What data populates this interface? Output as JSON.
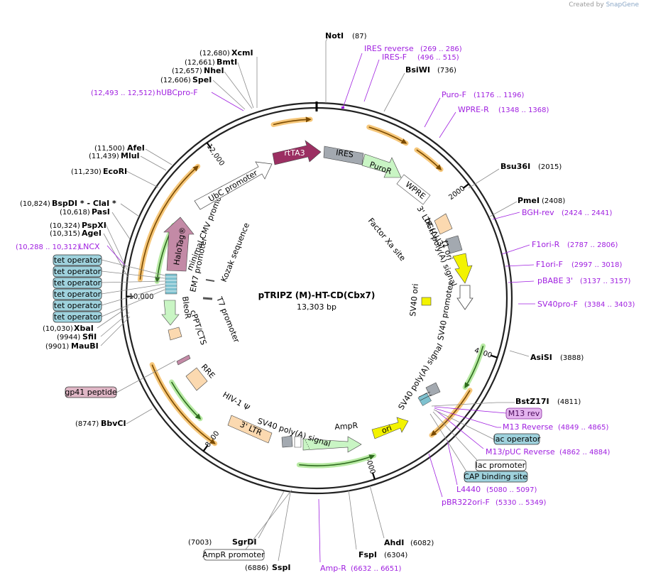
{
  "credit": {
    "prefix": "Created by",
    "brand": "SnapGene"
  },
  "plasmid": {
    "name": "pTRIPZ (M)-HT-CD(Cbx7)",
    "length_label": "13,303 bp"
  },
  "ticks": [
    {
      "label": "2000",
      "ang": 53.1
    },
    {
      "label": "4000",
      "ang": 108.2
    },
    {
      "label": "6000",
      "ang": 162.2
    },
    {
      "label": "8000",
      "ang": 216.5
    },
    {
      "label": "10,000",
      "ang": 270.5
    },
    {
      "label": "12,000",
      "ang": 324.8
    }
  ],
  "sites": [
    {
      "name": "NotI",
      "pos": "(87)"
    },
    {
      "name": "BsiWI",
      "pos": "(736)"
    },
    {
      "name": "Bsu36I",
      "pos": "(2015)"
    },
    {
      "name": "PmeI",
      "pos": "(2408)"
    },
    {
      "name": "AsiSI",
      "pos": "(3888)"
    },
    {
      "name": "BstZ17I",
      "pos": "(4811)"
    },
    {
      "name": "AhdI",
      "pos": "(6082)"
    },
    {
      "name": "FspI",
      "pos": "(6304)"
    },
    {
      "name": "SspI",
      "pos": "(6886)"
    },
    {
      "name": "SgrDI",
      "pos": "(7003)"
    },
    {
      "name": "BbvCI",
      "pos": "(8747)"
    },
    {
      "name": "MauBI",
      "pos": "(9901)"
    },
    {
      "name": "SfiI",
      "pos": "(9944)"
    },
    {
      "name": "XbaI",
      "pos": "(10,030)"
    },
    {
      "name": "AgeI",
      "pos": "(10,315)"
    },
    {
      "name": "PspXI",
      "pos": "(10,324)"
    },
    {
      "name": "PasI",
      "pos": "(10,618)"
    },
    {
      "name": "BspDI * - ClaI *",
      "pos": "(10,824)"
    },
    {
      "name": "EcoRI",
      "pos": "(11,230)"
    },
    {
      "name": "MluI",
      "pos": "(11,439)"
    },
    {
      "name": "AfeI",
      "pos": "(11,500)"
    },
    {
      "name": "SpeI",
      "pos": "(12,606)"
    },
    {
      "name": "NheI",
      "pos": "(12,657)"
    },
    {
      "name": "BmtI",
      "pos": "(12,661)"
    },
    {
      "name": "XcmI",
      "pos": "(12,680)"
    }
  ],
  "primers": [
    {
      "name": "IRES reverse",
      "range": "(269 .. 286)"
    },
    {
      "name": "IRES-F",
      "range": "(496 .. 515)"
    },
    {
      "name": "Puro-F",
      "range": "(1176 .. 1196)"
    },
    {
      "name": "WPRE-R",
      "range": "(1348 .. 1368)"
    },
    {
      "name": "BGH-rev",
      "range": "(2424 .. 2441)"
    },
    {
      "name": "F1ori-R",
      "range": "(2787 .. 2806)"
    },
    {
      "name": "F1ori-F",
      "range": "(2997 .. 3018)"
    },
    {
      "name": "pBABE 3'",
      "range": "(3137 .. 3157)"
    },
    {
      "name": "SV40pro-F",
      "range": "(3384 .. 3403)"
    },
    {
      "name": "M13 Reverse",
      "range": "(4849 .. 4865)"
    },
    {
      "name": "M13/pUC Reverse",
      "range": "(4862 .. 4884)"
    },
    {
      "name": "L4440",
      "range": "(5080 .. 5097)"
    },
    {
      "name": "pBR322ori-F",
      "range": "(5330 .. 5349)"
    },
    {
      "name": "Amp-R",
      "range": "(6632 .. 6651)"
    },
    {
      "name": "LNCX",
      "range": "(10,288 .. 10,312)"
    },
    {
      "name": "hUBCpro-F",
      "range": "(12,493 .. 12,512)"
    }
  ],
  "boxed_labels": {
    "m13_rev": "M13 rev",
    "lac_operator": "lac operator",
    "lac_promoter": "lac promoter",
    "cap_binding_site": "CAP binding site",
    "ampr_promoter": "AmpR promoter",
    "gp41_peptide": "gp41 peptide",
    "tet_operator": "tet operator"
  },
  "features": {
    "rtta3": "rtTA3",
    "ires": "IRES",
    "puror": "PuroR",
    "wpre": "WPRE",
    "ltr_3_du3": "3' LTR (ΔU3)",
    "bgh_polya": "bGH poly(A) signal",
    "f1_ori": "f1 ori",
    "sv40_promoter": "SV40 promoter",
    "sv40_ori": "SV40 ori",
    "factor_xa": "Factor Xa site",
    "sv40_polya_1": "SV40 poly(A) signal",
    "ori": "ori",
    "ampr": "AmpR",
    "sv40_polya_2": "SV40 poly(A) signal",
    "ltr_3": "3' LTR",
    "hiv_psi": "HIV-1 Ψ",
    "rre": "RRE",
    "cppt_cts": "cPPT/CTS",
    "bleor": "BleoR",
    "t7_promoter": "T7 promoter",
    "em7_promoter": "EM7 promoter",
    "halotag": "HaloTag®",
    "minimal_cmv": "minimal CMV promoter",
    "kozak": "Kozak sequence",
    "ubc_promoter": "UbC promoter"
  },
  "colors": {
    "backbone": "#222222",
    "restriction_label": "#000000",
    "primer": "#a020e0",
    "orange_orf": "#f0a43a",
    "green_orf": "#2e8b2e",
    "rtta3": "#9b2f62",
    "ires": "#a3a9b0",
    "puror": "#c9f5c4",
    "halotag": "#c38aa6",
    "ltr": "#fbd9b0",
    "f1_ori": "#f3f300",
    "ori": "#f3f300",
    "tet_operator": "#7ec1cf",
    "gp41": "#e0b7c6"
  }
}
